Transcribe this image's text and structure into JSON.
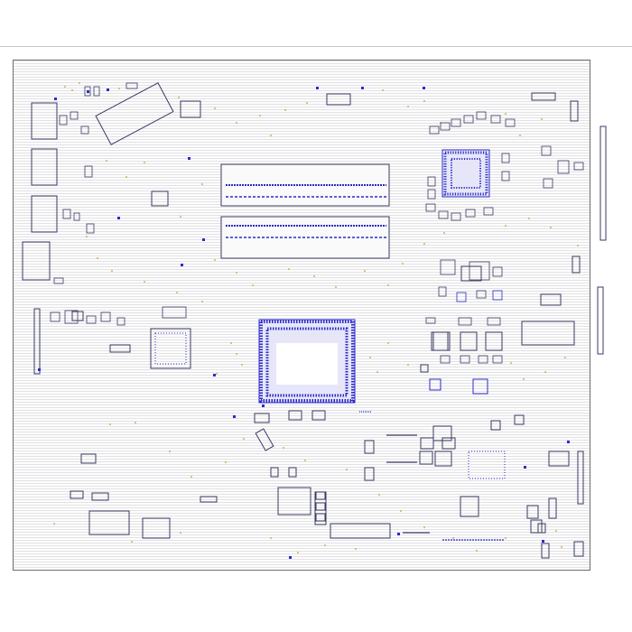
{
  "view": {
    "description_hidden": "",
    "colors": {
      "background": "#ffffff",
      "outline": "#3a3a64",
      "pad": "#2b2bc9",
      "pad_light": "#7a7ae0",
      "via": "#c99a1e",
      "frame": "#6e6e6e",
      "rule": "#c8c8c8"
    },
    "icons": {
      "cpu_package": "bga-grid",
      "memory_slots": "dimm-connector",
      "chips": "qfn-package"
    }
  }
}
